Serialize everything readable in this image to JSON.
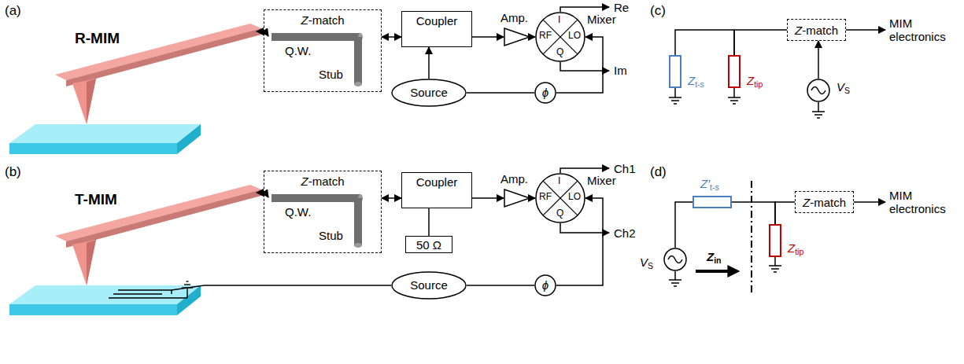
{
  "diagram": {
    "nodes": [
      {
        "text": [
          "Z-match"
        ]
      },
      {
        "text": [
          "Coupler"
        ]
      },
      {
        "text": [
          "Amp."
        ]
      },
      {
        "text": [
          "Mixer",
          "RF",
          "I",
          "Q",
          "LO"
        ]
      },
      {
        "text": [
          "Source"
        ]
      },
      {
        "text": [
          "ϕ"
        ]
      },
      {
        "text": [
          "Z-match"
        ]
      },
      {
        "text": [
          "Coupler"
        ]
      },
      {
        "text": [
          "Amp."
        ]
      },
      {
        "text": [
          "Mixer",
          "RF",
          "I",
          "Q",
          "LO"
        ]
      },
      {
        "text": [
          "50 Ω"
        ]
      },
      {
        "text": [
          "Source"
        ]
      },
      {
        "text": [
          "ϕ"
        ]
      },
      {
        "text": [
          "Zt-s"
        ]
      },
      {
        "text": [
          "Ztip"
        ]
      },
      {
        "text": [
          "Z-match"
        ]
      },
      {
        "text": [
          "VS"
        ]
      },
      {
        "text": [
          "Z′t-s"
        ]
      },
      {
        "text": [
          "Ztip"
        ]
      },
      {
        "text": [
          "Z-match"
        ]
      },
      {
        "text": [
          "VS"
        ]
      }
    ],
    "edges": [
      {
        "from": 0,
        "to": 1,
        "arrow": "both"
      },
      {
        "from": 1,
        "to": 2,
        "arrow": "to"
      },
      {
        "from": 2,
        "to": 3,
        "arrow": "to"
      },
      {
        "from": 4,
        "to": 1,
        "arrow": "to"
      },
      {
        "from": 4,
        "to": 5,
        "arrow": "none"
      },
      {
        "from": 5,
        "to": 3,
        "arrow": "to"
      },
      {
        "from": 6,
        "to": 7,
        "arrow": "both"
      },
      {
        "from": 7,
        "to": 8,
        "arrow": "to"
      },
      {
        "from": 8,
        "to": 9,
        "arrow": "to"
      },
      {
        "from": 10,
        "to": 7,
        "arrow": "none"
      },
      {
        "from": 11,
        "to": 12,
        "arrow": "none"
      },
      {
        "from": 12,
        "to": 9,
        "arrow": "to"
      },
      {
        "from": 13,
        "to": 14,
        "arrow": "none"
      },
      {
        "from": 14,
        "to": 15,
        "arrow": "none"
      },
      {
        "from": 16,
        "to": 15,
        "arrow": "to"
      },
      {
        "from": 20,
        "to": 17,
        "arrow": "none"
      },
      {
        "from": 17,
        "to": 18,
        "arrow": "none"
      },
      {
        "from": 18,
        "to": 19,
        "arrow": "none"
      }
    ],
    "labels": [
      "(a)",
      "R-MIM",
      "Q.W.",
      "Stub",
      "Re",
      "Im",
      "(b)",
      "T-MIM",
      "Q.W.",
      "Stub",
      "Ch1",
      "Ch2",
      "(c)",
      "MIM electronics",
      "(d)",
      "MIM electronics",
      "Zin"
    ]
  }
}
